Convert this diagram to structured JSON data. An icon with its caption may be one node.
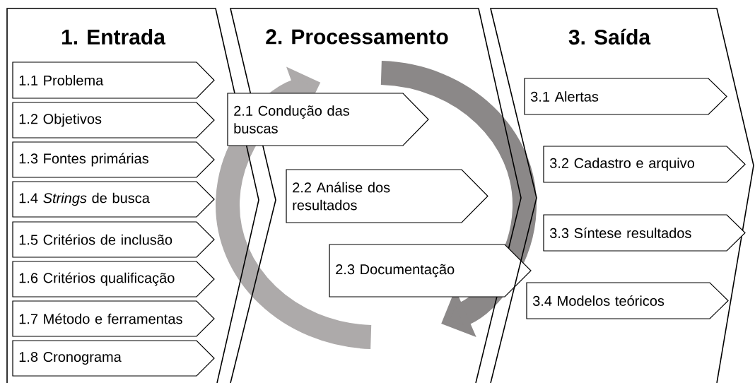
{
  "diagram": {
    "nodes": [
      {
        "text": [
          "1. Entrada"
        ]
      },
      {
        "text": [
          "1.1 Problema"
        ],
        "in": 0
      },
      {
        "text": [
          "1.2 Objetivos"
        ],
        "in": 0
      },
      {
        "text": [
          "1.3 Fontes primárias"
        ],
        "in": 0
      },
      {
        "text": [
          "1.4 *Strings* de busca"
        ],
        "in": 0
      },
      {
        "text": [
          "1.5 Critérios de inclusão"
        ],
        "in": 0
      },
      {
        "text": [
          "1.6 Critérios qualificação"
        ],
        "in": 0
      },
      {
        "text": [
          "1.7 Método e ferramentas"
        ],
        "in": 0
      },
      {
        "text": [
          "1.8 Cronograma"
        ],
        "in": 0
      },
      {
        "text": [
          "2. Processamento"
        ]
      },
      {
        "text": [
          "2.1 Condução das buscas"
        ],
        "in": 9
      },
      {
        "text": [
          "2.2 Análise dos resultados"
        ],
        "in": 9
      },
      {
        "text": [
          "2.3 Documentação"
        ],
        "in": 9
      },
      {
        "text": [
          "3. Saída"
        ]
      },
      {
        "text": [
          "3.1 Alertas"
        ],
        "in": 13
      },
      {
        "text": [
          "3.2 Cadastro e arquivo"
        ],
        "in": 13
      },
      {
        "text": [
          "3.3 Síntese resultados"
        ],
        "in": 13
      },
      {
        "text": [
          "3.4 Modelos teóricos"
        ],
        "in": 13
      }
    ]
  }
}
